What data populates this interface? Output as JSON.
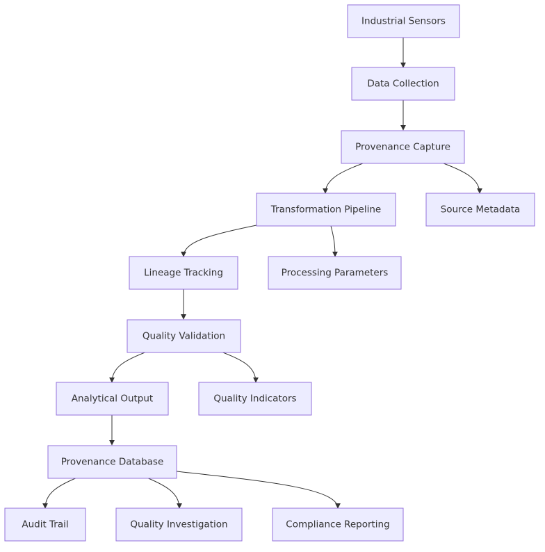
{
  "diagram": {
    "nodes": [
      {
        "id": "industrial_sensors",
        "label": "Industrial Sensors"
      },
      {
        "id": "data_collection",
        "label": "Data Collection"
      },
      {
        "id": "provenance_capture",
        "label": "Provenance Capture"
      },
      {
        "id": "transformation_pipeline",
        "label": "Transformation Pipeline"
      },
      {
        "id": "source_metadata",
        "label": "Source Metadata"
      },
      {
        "id": "lineage_tracking",
        "label": "Lineage Tracking"
      },
      {
        "id": "processing_parameters",
        "label": "Processing Parameters"
      },
      {
        "id": "quality_validation",
        "label": "Quality Validation"
      },
      {
        "id": "analytical_output",
        "label": "Analytical Output"
      },
      {
        "id": "quality_indicators",
        "label": "Quality Indicators"
      },
      {
        "id": "provenance_database",
        "label": "Provenance Database"
      },
      {
        "id": "audit_trail",
        "label": "Audit Trail"
      },
      {
        "id": "quality_investigation",
        "label": "Quality Investigation"
      },
      {
        "id": "compliance_reporting",
        "label": "Compliance Reporting"
      }
    ],
    "edges": [
      {
        "from": "industrial_sensors",
        "to": "data_collection"
      },
      {
        "from": "data_collection",
        "to": "provenance_capture"
      },
      {
        "from": "provenance_capture",
        "to": "transformation_pipeline"
      },
      {
        "from": "provenance_capture",
        "to": "source_metadata"
      },
      {
        "from": "transformation_pipeline",
        "to": "lineage_tracking"
      },
      {
        "from": "transformation_pipeline",
        "to": "processing_parameters"
      },
      {
        "from": "lineage_tracking",
        "to": "quality_validation"
      },
      {
        "from": "quality_validation",
        "to": "analytical_output"
      },
      {
        "from": "quality_validation",
        "to": "quality_indicators"
      },
      {
        "from": "analytical_output",
        "to": "provenance_database"
      },
      {
        "from": "provenance_database",
        "to": "audit_trail"
      },
      {
        "from": "provenance_database",
        "to": "quality_investigation"
      },
      {
        "from": "provenance_database",
        "to": "compliance_reporting"
      }
    ]
  }
}
